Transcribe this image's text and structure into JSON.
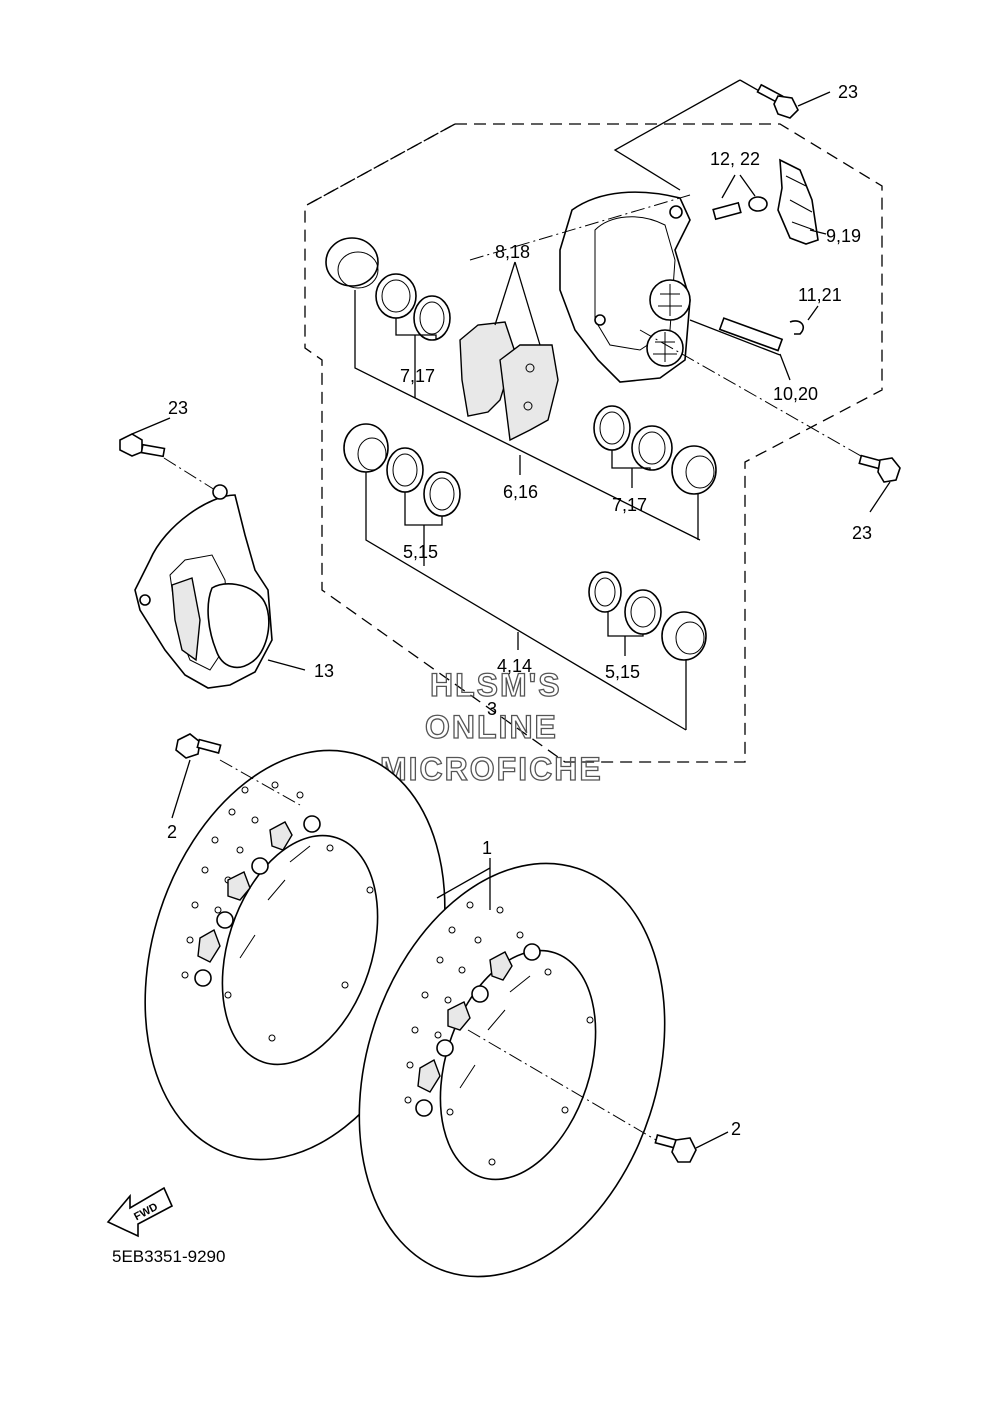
{
  "callouts": {
    "c23_top": "23",
    "c12_22": "12, 22",
    "c8_18": "8,18",
    "c9_19": "9,19",
    "c11_21": "11,21",
    "c10_20": "10,20",
    "c7_17_top": "7,17",
    "c7_17_right": "7,17",
    "c6_16": "6,16",
    "c23_left": "23",
    "c23_right": "23",
    "c5_15_left": "5,15",
    "c5_15_right": "5,15",
    "c13": "13",
    "c4_14": "4,14",
    "c3": "3",
    "c2_left": "2",
    "c1": "1",
    "c2_right": "2"
  },
  "watermark": {
    "line1": "HLSM'S",
    "line2": "ONLINE",
    "line3": "MICROFICHE"
  },
  "fwd_label": "FWD",
  "diagram_code": "5EB3351-9290"
}
